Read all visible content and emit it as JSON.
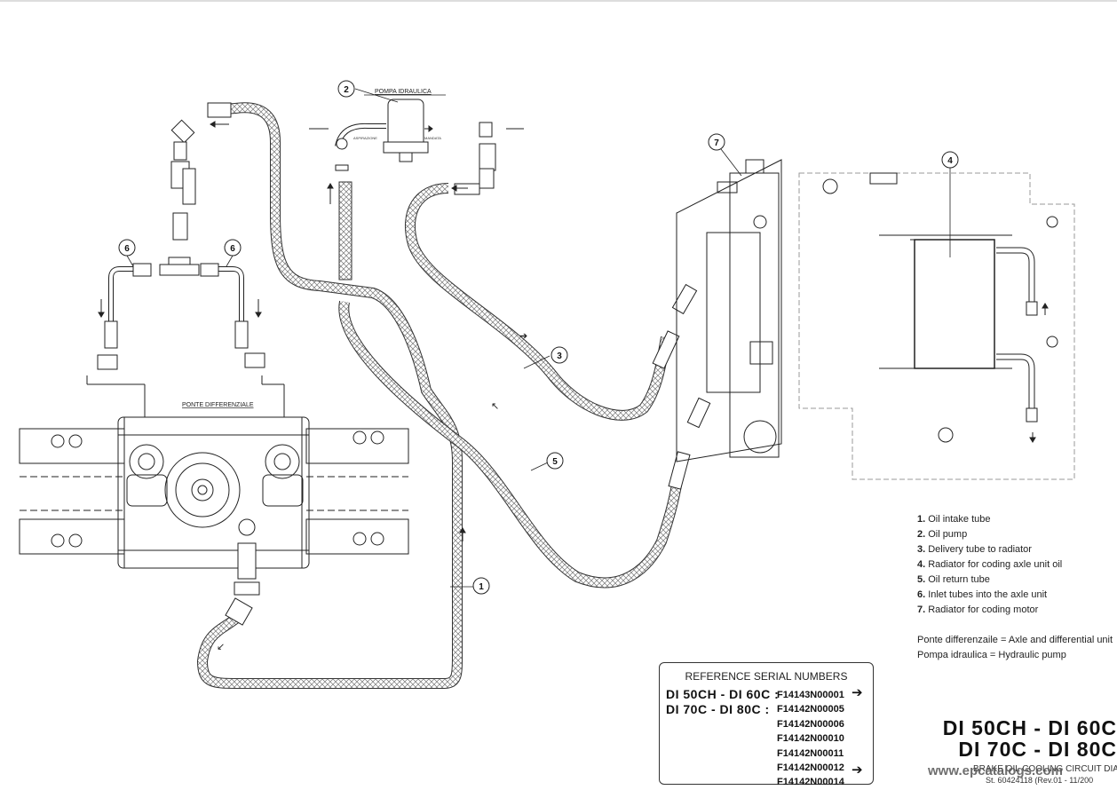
{
  "diagram": {
    "labels": {
      "pompa": "POMPA IDRAULICA",
      "ponte": "PONTE DIFFERENZIALE",
      "aspirazione": "ASPIRAZIONE",
      "mandata": "MANDATA"
    },
    "callouts": [
      "1",
      "2",
      "3",
      "4",
      "5",
      "6",
      "6",
      "7"
    ]
  },
  "legend": [
    {
      "num": "1.",
      "text": "Oil  intake tube"
    },
    {
      "num": "2.",
      "text": "Oil pump"
    },
    {
      "num": "3.",
      "text": "Delivery tube to radiator"
    },
    {
      "num": "4.",
      "text": "Radiator for coding axle unit oil"
    },
    {
      "num": "5.",
      "text": "Oil return tube"
    },
    {
      "num": "6.",
      "text": "Inlet tubes into the axle unit"
    },
    {
      "num": "7.",
      "text": "Radiator for coding motor"
    }
  ],
  "translations": [
    "Ponte differenzaile =  Axle and differential unit",
    "Pompa idraulica =  Hydraulic pump"
  ],
  "reference": {
    "title": "REFERENCE SERIAL NUMBERS",
    "models_line1": "DI 50CH - DI 60C :",
    "models_line2": "DI 70C - DI 80C :",
    "serials": [
      "F14143N00001",
      "F14142N00005",
      "F14142N00006",
      "F14142N00010",
      "F14142N00011",
      "F14142N00012",
      "F14142N00014"
    ],
    "arrow": "➔"
  },
  "title_block": {
    "models_line1": "DI 50CH - DI 60C",
    "models_line2": "DI 70C - DI 80C",
    "caption": "BRAKE OIL COOLING CIRCUIT DIAGRAM",
    "stamp": "St. 60424118   (Rev.01 - 11/200"
  },
  "watermark": "www.epcatalogs.com"
}
